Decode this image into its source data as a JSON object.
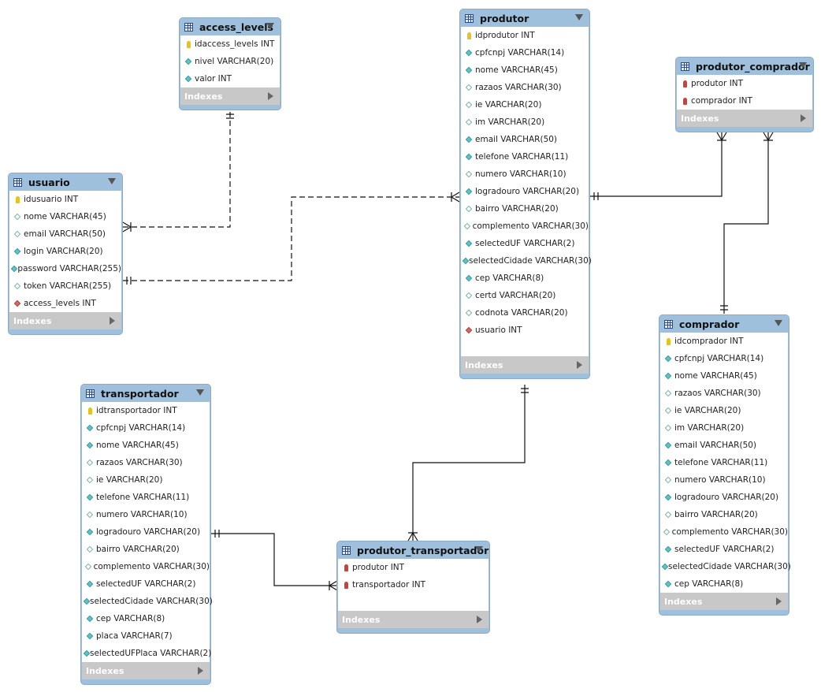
{
  "footer_label": "Indexes",
  "colors": {
    "header": "#9fc0dc",
    "footer": "#c8c8c8",
    "pk": "#e8c419",
    "fk": "#c8433f",
    "attr": "#5fc4c8"
  },
  "tables": [
    {
      "id": "access_levels",
      "title": "access_levels",
      "blank_rows": 0,
      "columns": [
        {
          "text": "idaccess_levels INT",
          "icon": "pk"
        },
        {
          "text": "nivel VARCHAR(20)",
          "icon": "filled"
        },
        {
          "text": "valor INT",
          "icon": "filled"
        }
      ]
    },
    {
      "id": "usuario",
      "title": "usuario",
      "blank_rows": 0,
      "columns": [
        {
          "text": "idusuario INT",
          "icon": "pk"
        },
        {
          "text": "nome VARCHAR(45)",
          "icon": "hollow"
        },
        {
          "text": "email VARCHAR(50)",
          "icon": "hollow"
        },
        {
          "text": "login VARCHAR(20)",
          "icon": "filled"
        },
        {
          "text": "password VARCHAR(255)",
          "icon": "filled"
        },
        {
          "text": "token VARCHAR(255)",
          "icon": "hollow"
        },
        {
          "text": "access_levels INT",
          "icon": "fkdia"
        }
      ]
    },
    {
      "id": "produtor",
      "title": "produtor",
      "blank_rows": 1,
      "columns": [
        {
          "text": "idprodutor INT",
          "icon": "pk"
        },
        {
          "text": "cpfcnpj VARCHAR(14)",
          "icon": "filled"
        },
        {
          "text": "nome VARCHAR(45)",
          "icon": "filled"
        },
        {
          "text": "razaos VARCHAR(30)",
          "icon": "hollow"
        },
        {
          "text": "ie VARCHAR(20)",
          "icon": "hollow"
        },
        {
          "text": "im VARCHAR(20)",
          "icon": "hollow"
        },
        {
          "text": "email VARCHAR(50)",
          "icon": "filled"
        },
        {
          "text": "telefone VARCHAR(11)",
          "icon": "filled"
        },
        {
          "text": "numero VARCHAR(10)",
          "icon": "hollow"
        },
        {
          "text": "logradouro VARCHAR(20)",
          "icon": "filled"
        },
        {
          "text": "bairro VARCHAR(20)",
          "icon": "hollow"
        },
        {
          "text": "complemento VARCHAR(30)",
          "icon": "hollow"
        },
        {
          "text": "selectedUF VARCHAR(2)",
          "icon": "filled"
        },
        {
          "text": "selectedCidade VARCHAR(30)",
          "icon": "filled"
        },
        {
          "text": "cep VARCHAR(8)",
          "icon": "filled"
        },
        {
          "text": "certd VARCHAR(20)",
          "icon": "hollow"
        },
        {
          "text": "codnota VARCHAR(20)",
          "icon": "hollow"
        },
        {
          "text": "usuario INT",
          "icon": "fkdia"
        }
      ]
    },
    {
      "id": "produtor_comprador",
      "title": "produtor_comprador",
      "blank_rows": 0,
      "columns": [
        {
          "text": "produtor INT",
          "icon": "fk"
        },
        {
          "text": "comprador INT",
          "icon": "fk"
        }
      ]
    },
    {
      "id": "comprador",
      "title": "comprador",
      "blank_rows": 0,
      "columns": [
        {
          "text": "idcomprador INT",
          "icon": "pk"
        },
        {
          "text": "cpfcnpj VARCHAR(14)",
          "icon": "filled"
        },
        {
          "text": "nome VARCHAR(45)",
          "icon": "filled"
        },
        {
          "text": "razaos VARCHAR(30)",
          "icon": "hollow"
        },
        {
          "text": "ie VARCHAR(20)",
          "icon": "hollow"
        },
        {
          "text": "im VARCHAR(20)",
          "icon": "hollow"
        },
        {
          "text": "email VARCHAR(50)",
          "icon": "filled"
        },
        {
          "text": "telefone VARCHAR(11)",
          "icon": "filled"
        },
        {
          "text": "numero VARCHAR(10)",
          "icon": "hollow"
        },
        {
          "text": "logradouro VARCHAR(20)",
          "icon": "filled"
        },
        {
          "text": "bairro VARCHAR(20)",
          "icon": "hollow"
        },
        {
          "text": "complemento VARCHAR(30)",
          "icon": "hollow"
        },
        {
          "text": "selectedUF VARCHAR(2)",
          "icon": "filled"
        },
        {
          "text": "selectedCidade VARCHAR(30)",
          "icon": "filled"
        },
        {
          "text": "cep VARCHAR(8)",
          "icon": "filled"
        }
      ]
    },
    {
      "id": "transportador",
      "title": "transportador",
      "blank_rows": 0,
      "columns": [
        {
          "text": "idtransportador INT",
          "icon": "pk"
        },
        {
          "text": "cpfcnpj VARCHAR(14)",
          "icon": "filled"
        },
        {
          "text": "nome VARCHAR(45)",
          "icon": "filled"
        },
        {
          "text": "razaos VARCHAR(30)",
          "icon": "hollow"
        },
        {
          "text": "ie VARCHAR(20)",
          "icon": "hollow"
        },
        {
          "text": "telefone VARCHAR(11)",
          "icon": "filled"
        },
        {
          "text": "numero VARCHAR(10)",
          "icon": "hollow"
        },
        {
          "text": "logradouro VARCHAR(20)",
          "icon": "filled"
        },
        {
          "text": "bairro VARCHAR(20)",
          "icon": "hollow"
        },
        {
          "text": "complemento VARCHAR(30)",
          "icon": "hollow"
        },
        {
          "text": "selectedUF VARCHAR(2)",
          "icon": "filled"
        },
        {
          "text": "selectedCidade VARCHAR(30)",
          "icon": "filled"
        },
        {
          "text": "cep VARCHAR(8)",
          "icon": "filled"
        },
        {
          "text": "placa VARCHAR(7)",
          "icon": "filled"
        },
        {
          "text": "selectedUFPlaca VARCHAR(2)",
          "icon": "filled"
        }
      ]
    },
    {
      "id": "produtor_transportador",
      "title": "produtor_transportador",
      "blank_rows": 1,
      "columns": [
        {
          "text": "produtor INT",
          "icon": "fk"
        },
        {
          "text": "transportador INT",
          "icon": "fk"
        }
      ]
    }
  ]
}
